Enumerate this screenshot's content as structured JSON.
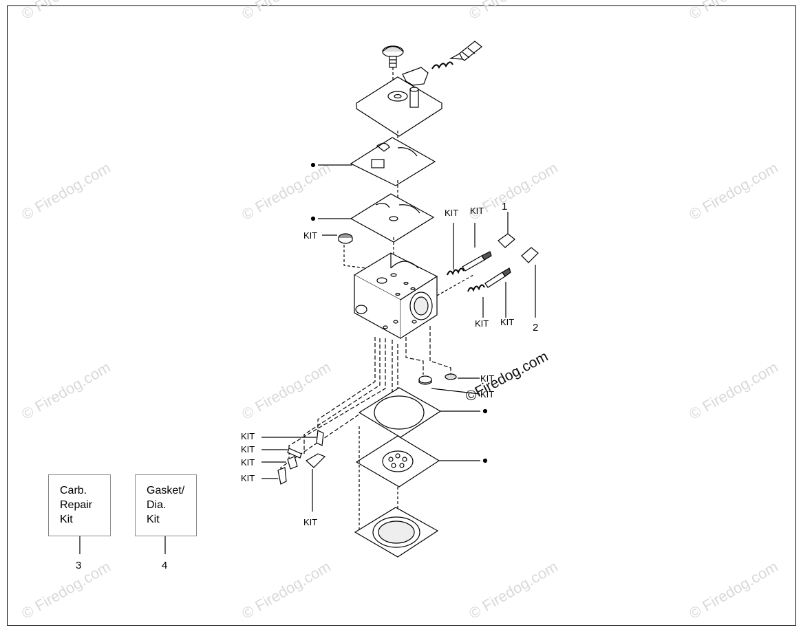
{
  "watermark": "© Firedog.com",
  "copyright": "©Firedog.com",
  "kit_label": "KIT",
  "callouts": [
    "1",
    "2",
    "3",
    "4"
  ],
  "boxes": {
    "carb_repair_kit": [
      "Carb.",
      "Repair",
      "Kit"
    ],
    "gasket_dia_kit": [
      "Gasket/",
      "Dia.",
      "Kit"
    ]
  }
}
